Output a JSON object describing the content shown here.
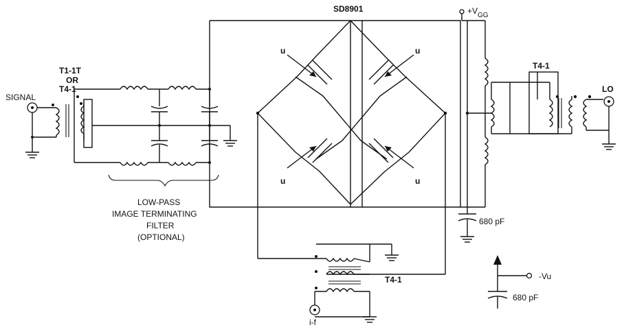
{
  "labels": {
    "part": "SD8901",
    "vgg": "+V",
    "vgg_sub": "GG",
    "signal": "SIGNAL",
    "t1_a": "T1-1T",
    "t1_b": "OR",
    "t1_c": "T4-1",
    "filter_1": "LOW-PASS",
    "filter_2": "IMAGE TERMINATING",
    "filter_3": "FILTER",
    "filter_4": "(OPTIONAL)",
    "t4_lo": "T4-1",
    "lo": "LO",
    "cap_vgg": "680 pF",
    "t4_if": "T4-1",
    "if_port": "i-f",
    "vu": "-Vu",
    "cap_vu": "680 pF",
    "gate_u": "u"
  },
  "colors": {
    "ink": "#111111",
    "paper": "#ffffff"
  }
}
